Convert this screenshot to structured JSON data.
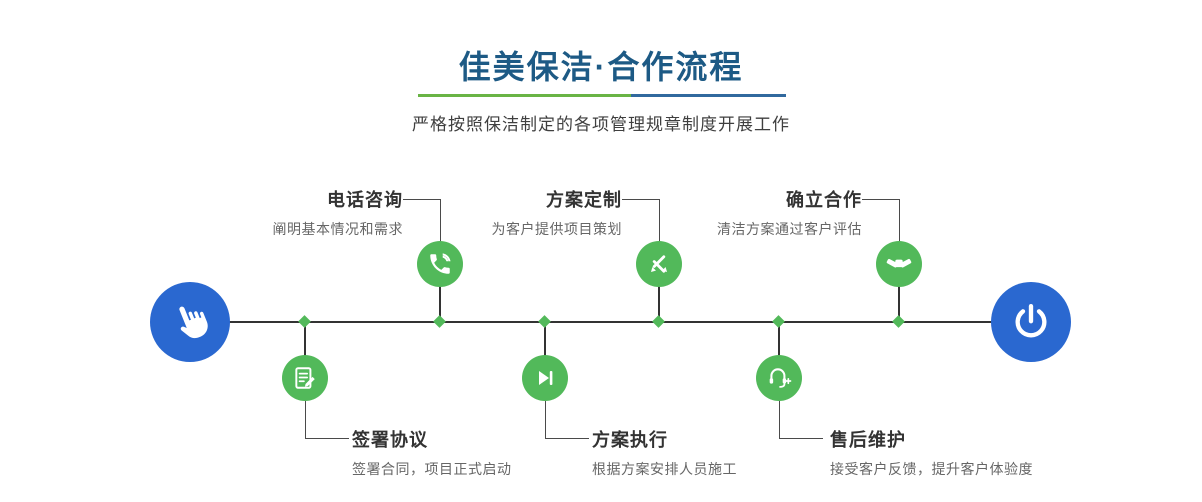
{
  "header": {
    "title": "佳美保洁·合作流程",
    "subtitle": "严格按照保洁制定的各项管理规章制度开展工作"
  },
  "colors": {
    "title_blue": "#1d5a85",
    "underline_green": "#69b445",
    "underline_blue": "#31699e",
    "accent_green": "#52b95a",
    "accent_blue": "#2a68d0",
    "line_dark": "#333333"
  },
  "endpoints": {
    "start_icon": "pointing-hand-icon",
    "end_icon": "power-icon"
  },
  "steps_top": [
    {
      "title": "电话咨询",
      "desc": "阐明基本情况和需求",
      "icon": "phone-icon"
    },
    {
      "title": "方案定制",
      "desc": "为客户提供项目策划",
      "icon": "pencil-ruler-icon"
    },
    {
      "title": "确立合作",
      "desc": "清洁方案通过客户评估",
      "icon": "handshake-icon"
    }
  ],
  "steps_bottom": [
    {
      "title": "签署协议",
      "desc": "签署合同，项目正式启动",
      "icon": "document-sign-icon"
    },
    {
      "title": "方案执行",
      "desc": "根据方案安排人员施工",
      "icon": "play-next-icon"
    },
    {
      "title": "售后维护",
      "desc": "接受客户反馈，提升客户体验度",
      "icon": "headset-icon"
    }
  ]
}
